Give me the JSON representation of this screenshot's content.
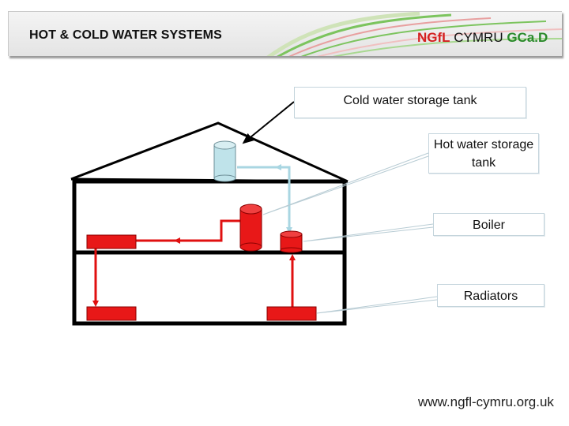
{
  "header": {
    "title": "HOT & COLD WATER SYSTEMS",
    "brand_ngfl": "NGfL",
    "brand_cymru": " CYMRU ",
    "brand_gcad": "GCa.D"
  },
  "labels": {
    "cold_tank": "Cold water storage tank",
    "hot_tank": "Hot water storage tank",
    "boiler": "Boiler",
    "radiators": "Radiators"
  },
  "footer": {
    "url": "www.ngfl-cymru.org.uk"
  },
  "colors": {
    "hot_pipe": "#e01010",
    "cold_pipe": "#a9d6e2",
    "house_outline": "#000000",
    "ngfl": "#d42020",
    "gcad": "#2a8a2a"
  }
}
